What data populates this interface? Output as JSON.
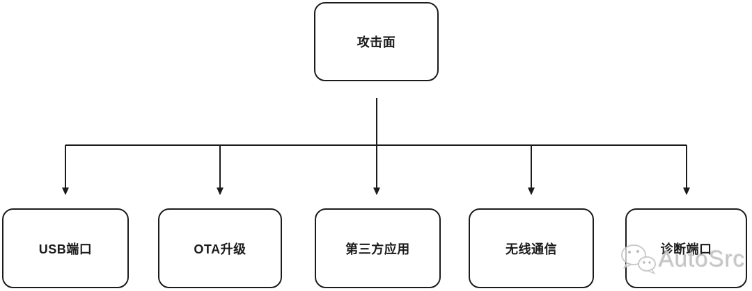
{
  "diagram": {
    "root": {
      "label": "攻击面"
    },
    "children": [
      {
        "label": "USB端口"
      },
      {
        "label": "OTA升级"
      },
      {
        "label": "第三方应用"
      },
      {
        "label": "无线通信"
      },
      {
        "label": "诊断端口"
      }
    ]
  },
  "watermark": {
    "icon": "wechat-icon",
    "text": "AutoSrc"
  },
  "colors": {
    "line": "#1b1b1b",
    "node_border": "#1b1b1b",
    "node_background": "#ffffff",
    "text": "#1b1b1b",
    "watermark": "#bfbfbf",
    "background": "#ffffff"
  }
}
